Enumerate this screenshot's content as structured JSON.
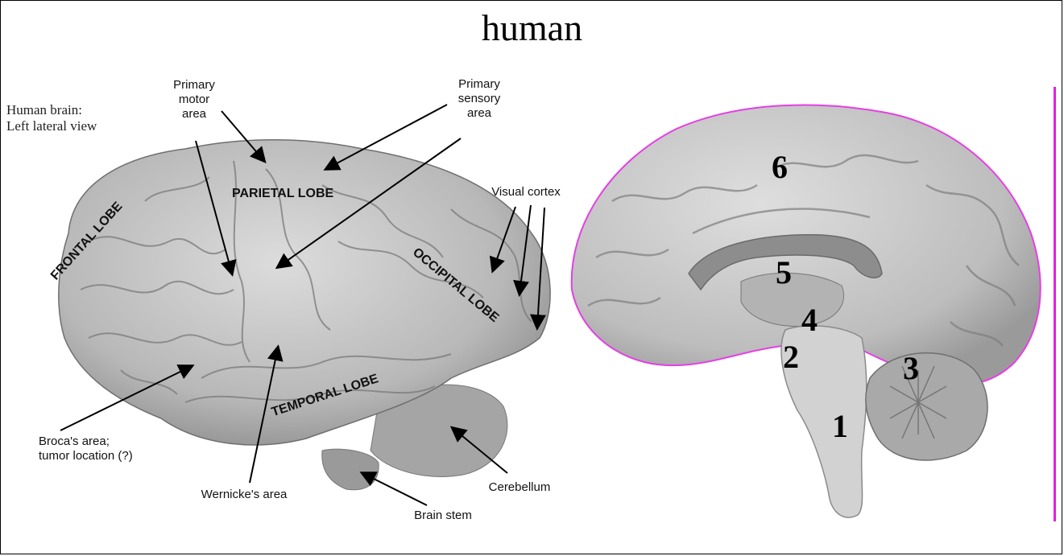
{
  "title": "human",
  "caption": {
    "line1": "Human brain:",
    "line2": "Left lateral view"
  },
  "lateral_labels": {
    "primary_motor": [
      "Primary",
      "motor",
      "area"
    ],
    "primary_sensory": [
      "Primary",
      "sensory",
      "area"
    ],
    "visual_cortex": "Visual cortex",
    "brocas": [
      "Broca's area;",
      "tumor location (?)"
    ],
    "wernickes": "Wernicke's area",
    "brain_stem": "Brain stem",
    "cerebellum": "Cerebellum"
  },
  "lobes": {
    "parietal": "PARIETAL LOBE",
    "frontal": "FRONTAL LOBE",
    "occipital": "OCCIPITAL LOBE",
    "temporal": "TEMPORAL LOBE"
  },
  "sagittal_numbers": [
    "1",
    "2",
    "3",
    "4",
    "5",
    "6"
  ],
  "colors": {
    "accent_bar": "#e020e0",
    "brain_fill": "#c9c9c9",
    "brain_dark": "#8a8a8a"
  }
}
